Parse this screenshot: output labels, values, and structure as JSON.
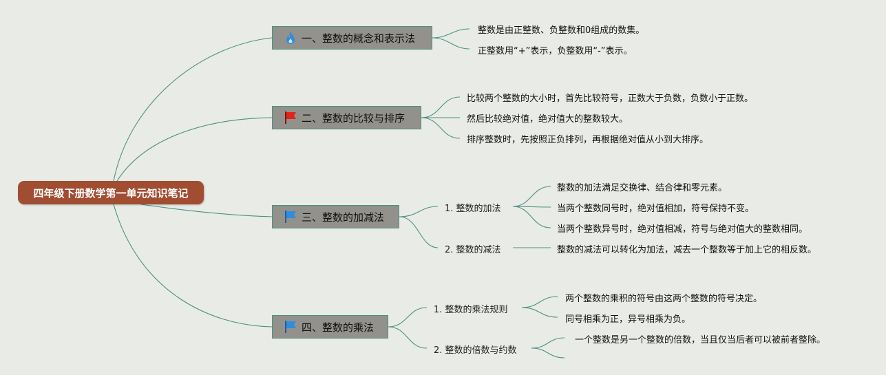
{
  "root": {
    "label": "四年级下册数学第一单元知识笔记"
  },
  "colors": {
    "background": "#e9ebe6",
    "root_fill": "#a14d32",
    "topic_fill": "#93918c",
    "connector": "#4a8f84",
    "fire_icon": "#2f8de0",
    "red_flag": "#e0241b",
    "blue_flag": "#2f8de0"
  },
  "topics": [
    {
      "icon": "fire-icon",
      "label": "一、整数的概念和表示法",
      "leaves": [
        "整数是由正整数、负整数和0组成的数集。",
        "正整数用“+”表示，负整数用“-”表示。"
      ]
    },
    {
      "icon": "red-flag-icon",
      "label": "二、整数的比较与排序",
      "leaves": [
        "比较两个整数的大小时，首先比较符号，正数大于负数，负数小于正数。",
        "然后比较绝对值，绝对值大的整数较大。",
        "排序整数时，先按照正负排列，再根据绝对值从小到大排序。"
      ]
    },
    {
      "icon": "blue-flag-icon",
      "label": "三、整数的加减法",
      "subtopics": [
        {
          "label": "1. 整数的加法",
          "leaves": [
            "整数的加法满足交换律、结合律和零元素。",
            "当两个整数同号时，绝对值相加，符号保持不变。",
            "当两个整数异号时，绝对值相减，符号与绝对值大的整数相同。"
          ]
        },
        {
          "label": "2. 整数的减法",
          "leaves": [
            "整数的减法可以转化为加法，减去一个整数等于加上它的相反数。"
          ]
        }
      ]
    },
    {
      "icon": "blue-flag-icon",
      "label": "四、整数的乘法",
      "subtopics": [
        {
          "label": "1. 整数的乘法规则",
          "leaves": [
            "两个整数的乘积的符号由这两个整数的符号决定。",
            "同号相乘为正，异号相乘为负。"
          ]
        },
        {
          "label": "2. 整数的倍数与约数",
          "leaves": [
            "一个整数是另一个整数的倍数，当且仅当后者可以被前者整除。",
            ""
          ]
        }
      ]
    }
  ]
}
